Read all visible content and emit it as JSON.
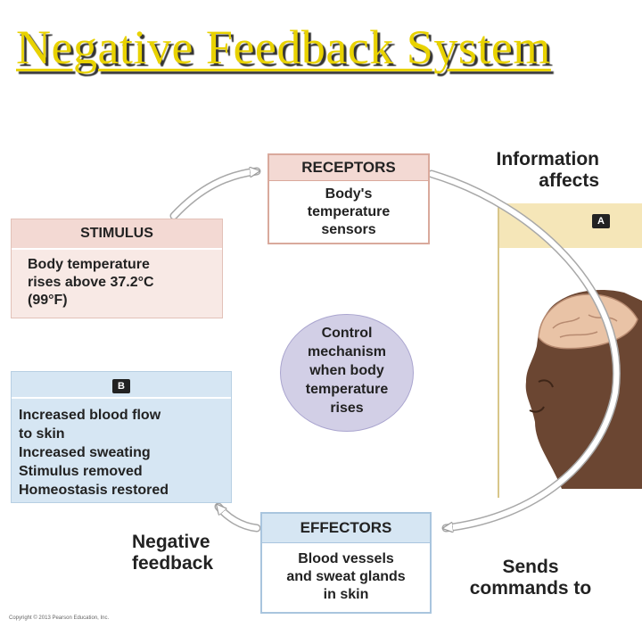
{
  "title": "Negative Feedback System",
  "stimulus": {
    "header": "STIMULUS",
    "lines": [
      "Body temperature",
      "rises above  37.2°C",
      "(99°F)"
    ]
  },
  "receptors": {
    "header": "RECEPTORS",
    "lines": [
      "Body's",
      "temperature",
      "sensors"
    ]
  },
  "control": {
    "lines": [
      "Control",
      "mechanism",
      "when body",
      "temperature",
      "rises"
    ]
  },
  "effectors": {
    "header": "EFFECTORS",
    "lines": [
      "Blood vessels",
      "and sweat glands",
      "in skin"
    ]
  },
  "response": {
    "badge": "B",
    "lines": [
      "Increased blood flow",
      "to skin",
      "Increased sweating",
      "Stimulus removed",
      "Homeostasis restored"
    ]
  },
  "labels": {
    "information_affects": [
      "Information",
      "affects"
    ],
    "sends_commands": [
      "Sends",
      "commands to"
    ],
    "negative_feedback": [
      "Negative",
      "feedback"
    ]
  },
  "brain_panel": {
    "badge": "A"
  },
  "copyright": "Copyright © 2013 Pearson Education, Inc.",
  "colors": {
    "title": "#e8d200",
    "stimulus_header": "#f3d9d3",
    "stimulus_body": "#f8e9e5",
    "response_box": "#d6e6f3",
    "control_circle": "#d2cfe6",
    "brain_panel": "#f5e6b8"
  }
}
